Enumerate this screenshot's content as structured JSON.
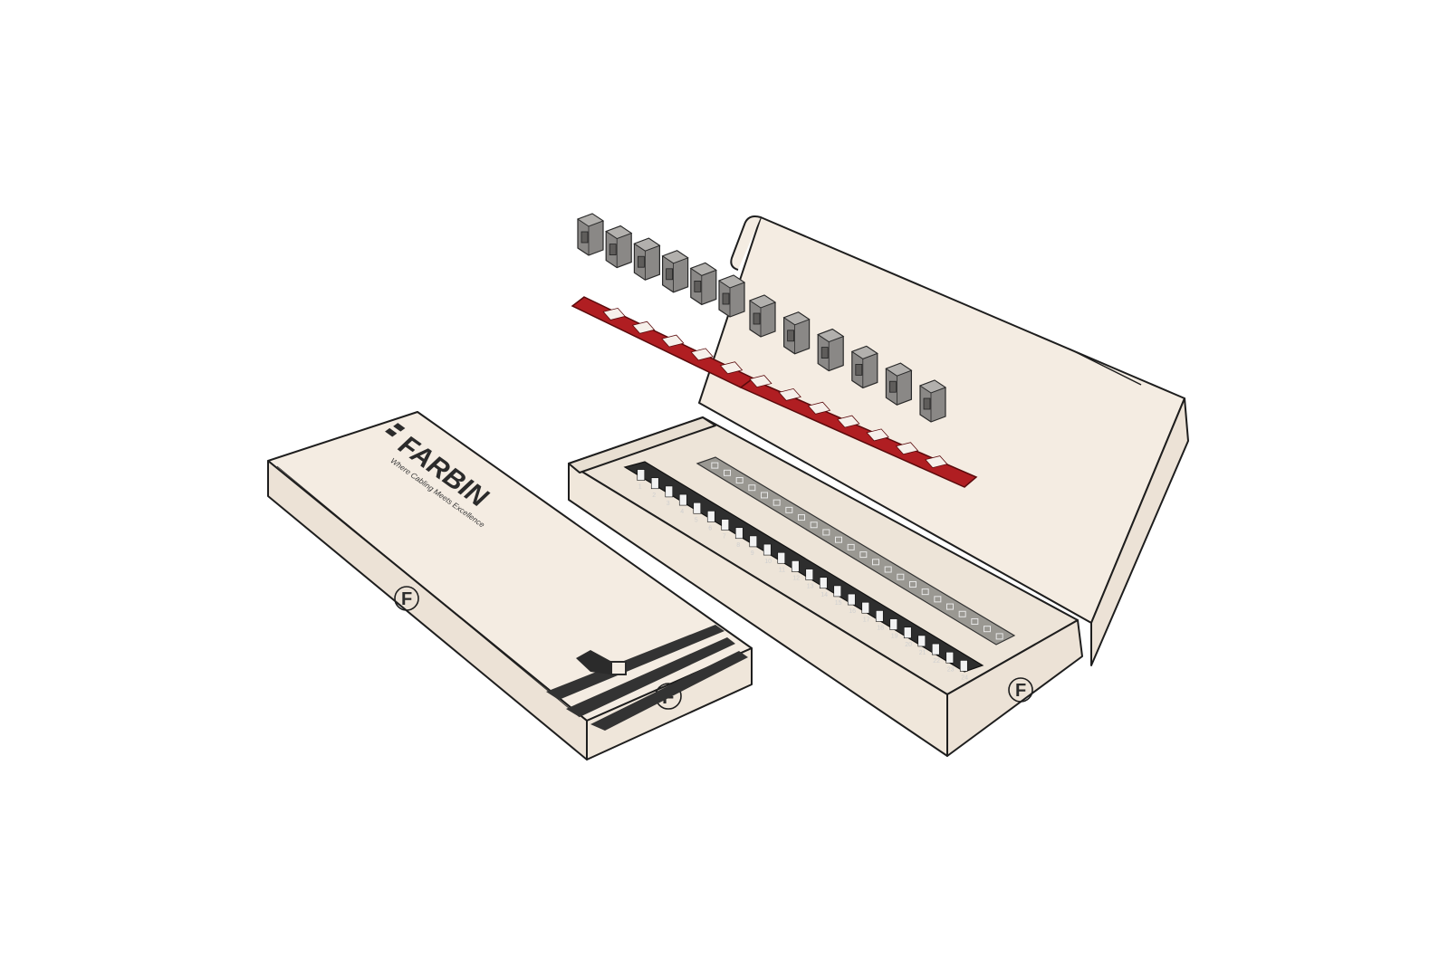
{
  "lid_brand": {
    "name": "FARBIN",
    "tagline": "Where Cabling Meets Excellence"
  },
  "logo_mark": "F",
  "colors": {
    "box": "#f4ece2",
    "box_side": "#ece2d6",
    "outline": "#1e1e1e",
    "frame_red": "#b01e22",
    "frame_red_dark": "#8c1418",
    "keystone": "#8a8886",
    "panel": "#2e2e2e",
    "tray": "#9a9892"
  },
  "icons": [
    "farbin-logo-mark",
    "ethernet-plug-icon",
    "keystone-jack-icon"
  ],
  "port_numbers": [
    "1",
    "2",
    "3",
    "4",
    "5",
    "6",
    "7",
    "8",
    "9",
    "10",
    "11",
    "12",
    "13",
    "14",
    "15",
    "16",
    "17",
    "18",
    "19",
    "20",
    "21",
    "22",
    "23",
    "24"
  ],
  "keystone_count": 12,
  "frame_windows": 12
}
